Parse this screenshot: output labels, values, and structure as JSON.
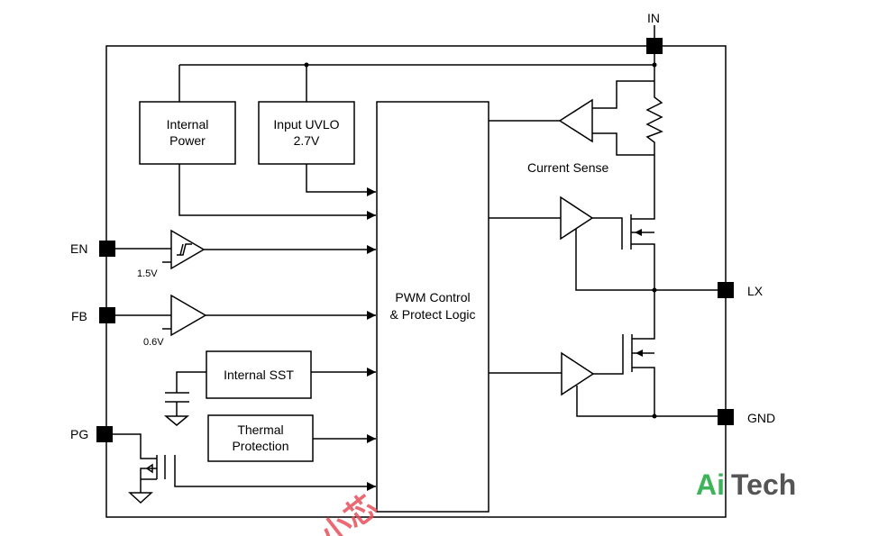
{
  "pins": {
    "in": "IN",
    "en": "EN",
    "fb": "FB",
    "pg": "PG",
    "lx": "LX",
    "gnd": "GND"
  },
  "blocks": {
    "internal_power": [
      "Internal",
      "Power"
    ],
    "input_uvlo": [
      "Input UVLO",
      "2.7V"
    ],
    "pwm_control": [
      "PWM Control",
      "& Protect Logic"
    ],
    "internal_sst": "Internal SST",
    "thermal_protection": [
      "Thermal",
      "Protection"
    ]
  },
  "labels": {
    "current_sense": "Current Sense",
    "en_threshold": "1.5V",
    "fb_reference": "0.6V"
  },
  "logo": {
    "ai": "Ai",
    "tech": "Tech",
    "ai_color": "#3cb55a",
    "tech_color": "#555555"
  },
  "watermark": {
    "text": "小芯",
    "color": "#e8505b"
  }
}
